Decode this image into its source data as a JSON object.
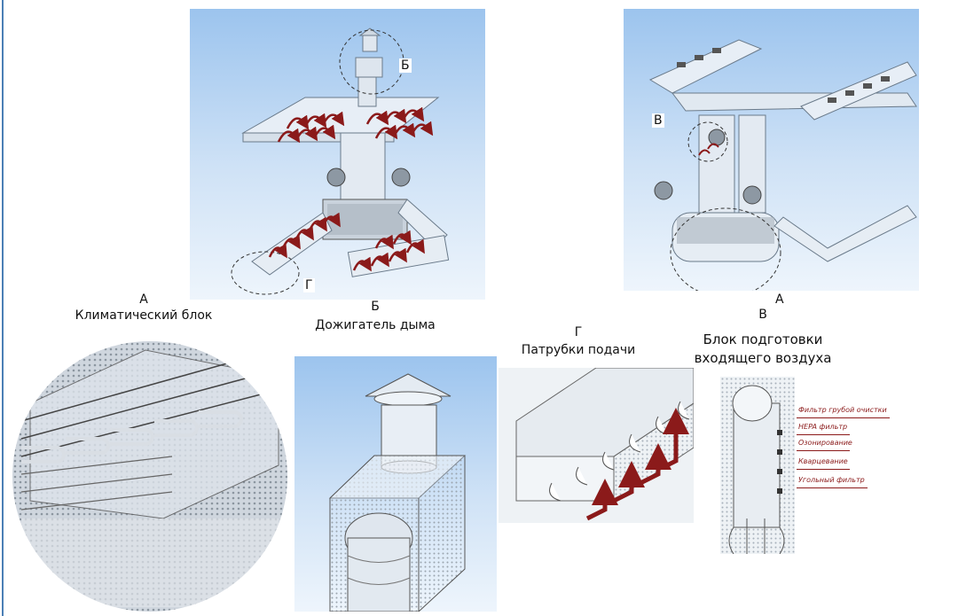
{
  "labels": {
    "a_panel": "А",
    "b_panel": "Б",
    "v_panel": "В",
    "g_panel": "Г",
    "a_callout": "А",
    "b_callout": "Б",
    "v_callout": "В",
    "g_callout": "Г"
  },
  "captions": {
    "a_title": "Климатический блок",
    "b_title": "Дожигатель дыма",
    "g_title": "Патрубки подачи",
    "v_title_line1": "Блок подготовки",
    "v_title_line2": "входящего воздуха"
  },
  "legend": [
    "Фильтр грубой очистки",
    "HEPA фильтр",
    "Озонирование",
    "Кварцевание",
    "Угольный фильтр"
  ],
  "colors": {
    "frame": "#4a7fb5",
    "arrow": "#8b1a1a",
    "sky": "#9cc4ee"
  }
}
